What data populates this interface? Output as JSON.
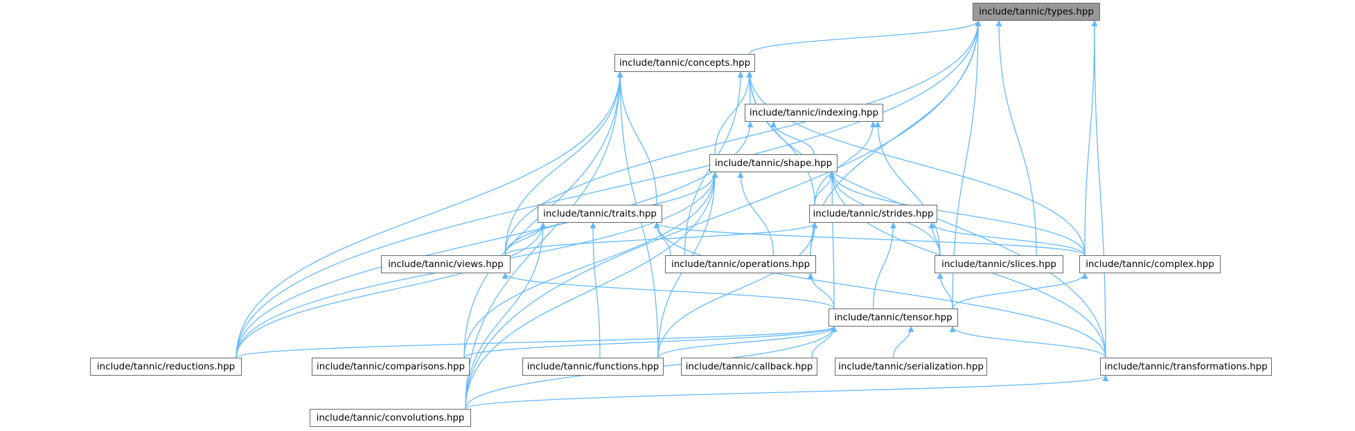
{
  "diagram": {
    "edge_color": "#63b8ff",
    "root_fill": "#999999",
    "node_border": "#666666",
    "nodes": {
      "types": "include/tannic/types.hpp",
      "concepts": "include/tannic/concepts.hpp",
      "indexing": "include/tannic/indexing.hpp",
      "shape": "include/tannic/shape.hpp",
      "traits": "include/tannic/traits.hpp",
      "strides": "include/tannic/strides.hpp",
      "views": "include/tannic/views.hpp",
      "operations": "include/tannic/operations.hpp",
      "slices": "include/tannic/slices.hpp",
      "complex": "include/tannic/complex.hpp",
      "tensor": "include/tannic/tensor.hpp",
      "reductions": "include/tannic/reductions.hpp",
      "comparisons": "include/tannic/comparisons.hpp",
      "functions": "include/tannic/functions.hpp",
      "callback": "include/tannic/callback.hpp",
      "serialization": "include/tannic/serialization.hpp",
      "transformations": "include/tannic/transformations.hpp",
      "convolutions": "include/tannic/convolutions.hpp"
    },
    "edges": [
      [
        "types",
        "concepts"
      ],
      [
        "types",
        "views"
      ],
      [
        "types",
        "operations"
      ],
      [
        "types",
        "slices"
      ],
      [
        "types",
        "complex"
      ],
      [
        "types",
        "tensor"
      ],
      [
        "types",
        "reductions"
      ],
      [
        "types",
        "transformations"
      ],
      [
        "types",
        "convolutions"
      ],
      [
        "concepts",
        "indexing"
      ],
      [
        "concepts",
        "shape"
      ],
      [
        "concepts",
        "traits"
      ],
      [
        "concepts",
        "strides"
      ],
      [
        "concepts",
        "views"
      ],
      [
        "concepts",
        "operations"
      ],
      [
        "concepts",
        "complex"
      ],
      [
        "concepts",
        "reductions"
      ],
      [
        "concepts",
        "comparisons"
      ],
      [
        "concepts",
        "functions"
      ],
      [
        "concepts",
        "transformations"
      ],
      [
        "concepts",
        "convolutions"
      ],
      [
        "indexing",
        "shape"
      ],
      [
        "indexing",
        "strides"
      ],
      [
        "indexing",
        "slices"
      ],
      [
        "indexing",
        "reductions"
      ],
      [
        "shape",
        "strides"
      ],
      [
        "shape",
        "views"
      ],
      [
        "shape",
        "operations"
      ],
      [
        "shape",
        "slices"
      ],
      [
        "shape",
        "complex"
      ],
      [
        "shape",
        "tensor"
      ],
      [
        "shape",
        "reductions"
      ],
      [
        "shape",
        "comparisons"
      ],
      [
        "shape",
        "functions"
      ],
      [
        "shape",
        "transformations"
      ],
      [
        "shape",
        "convolutions"
      ],
      [
        "traits",
        "views"
      ],
      [
        "traits",
        "operations"
      ],
      [
        "traits",
        "complex"
      ],
      [
        "traits",
        "functions"
      ],
      [
        "traits",
        "reductions"
      ],
      [
        "traits",
        "transformations"
      ],
      [
        "traits",
        "convolutions"
      ],
      [
        "strides",
        "views"
      ],
      [
        "strides",
        "operations"
      ],
      [
        "strides",
        "slices"
      ],
      [
        "strides",
        "complex"
      ],
      [
        "strides",
        "tensor"
      ],
      [
        "strides",
        "functions"
      ],
      [
        "views",
        "tensor"
      ],
      [
        "operations",
        "tensor"
      ],
      [
        "slices",
        "tensor"
      ],
      [
        "complex",
        "tensor"
      ],
      [
        "tensor",
        "reductions"
      ],
      [
        "tensor",
        "comparisons"
      ],
      [
        "tensor",
        "functions"
      ],
      [
        "tensor",
        "callback"
      ],
      [
        "tensor",
        "serialization"
      ],
      [
        "tensor",
        "transformations"
      ],
      [
        "tensor",
        "convolutions"
      ],
      [
        "transformations",
        "convolutions"
      ]
    ]
  }
}
